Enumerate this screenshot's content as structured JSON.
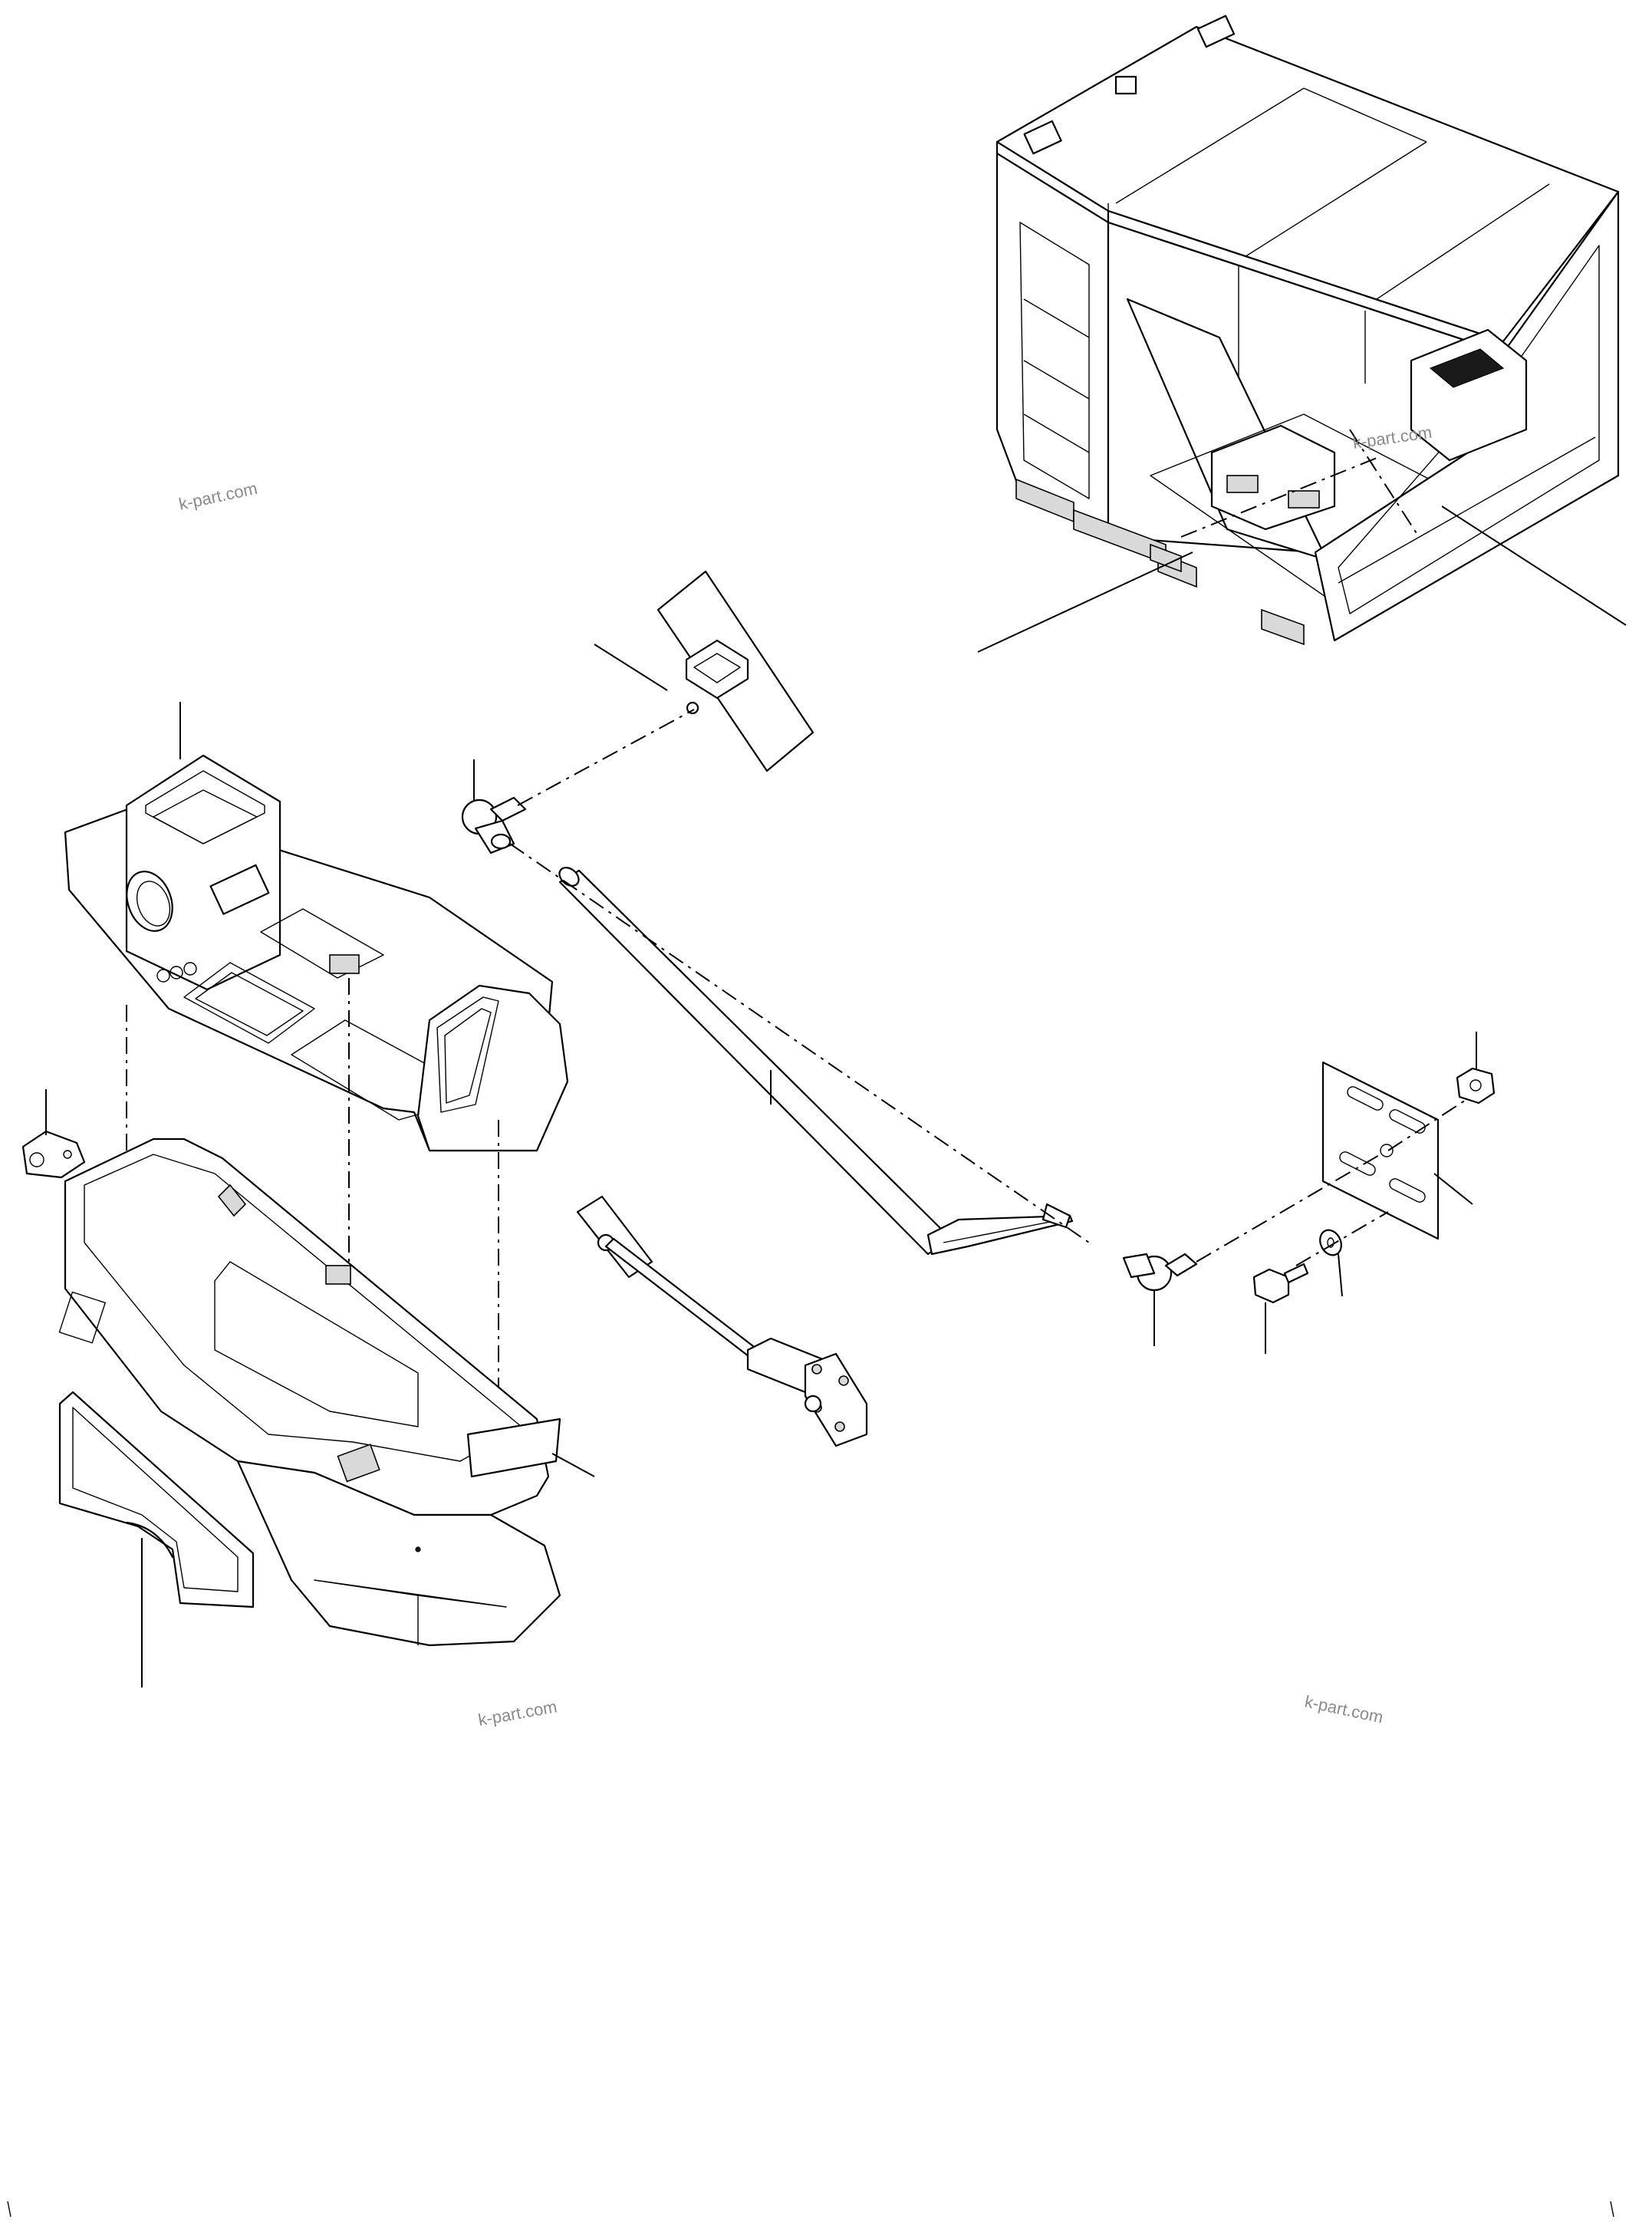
{
  "watermarks": [
    {
      "text": "k-part.com"
    },
    {
      "text": "k-part.com"
    },
    {
      "text": "k-part.com"
    },
    {
      "text": "k-part.com"
    }
  ],
  "parts": [
    "cab-assembly",
    "bracket-plate",
    "ball-joint-upper",
    "console-cover",
    "gas-strut",
    "hinge-small",
    "console-body",
    "side-panel",
    "mounting-plate",
    "nut",
    "washer",
    "bolt",
    "ball-joint-lower",
    "gas-strut-alt"
  ]
}
